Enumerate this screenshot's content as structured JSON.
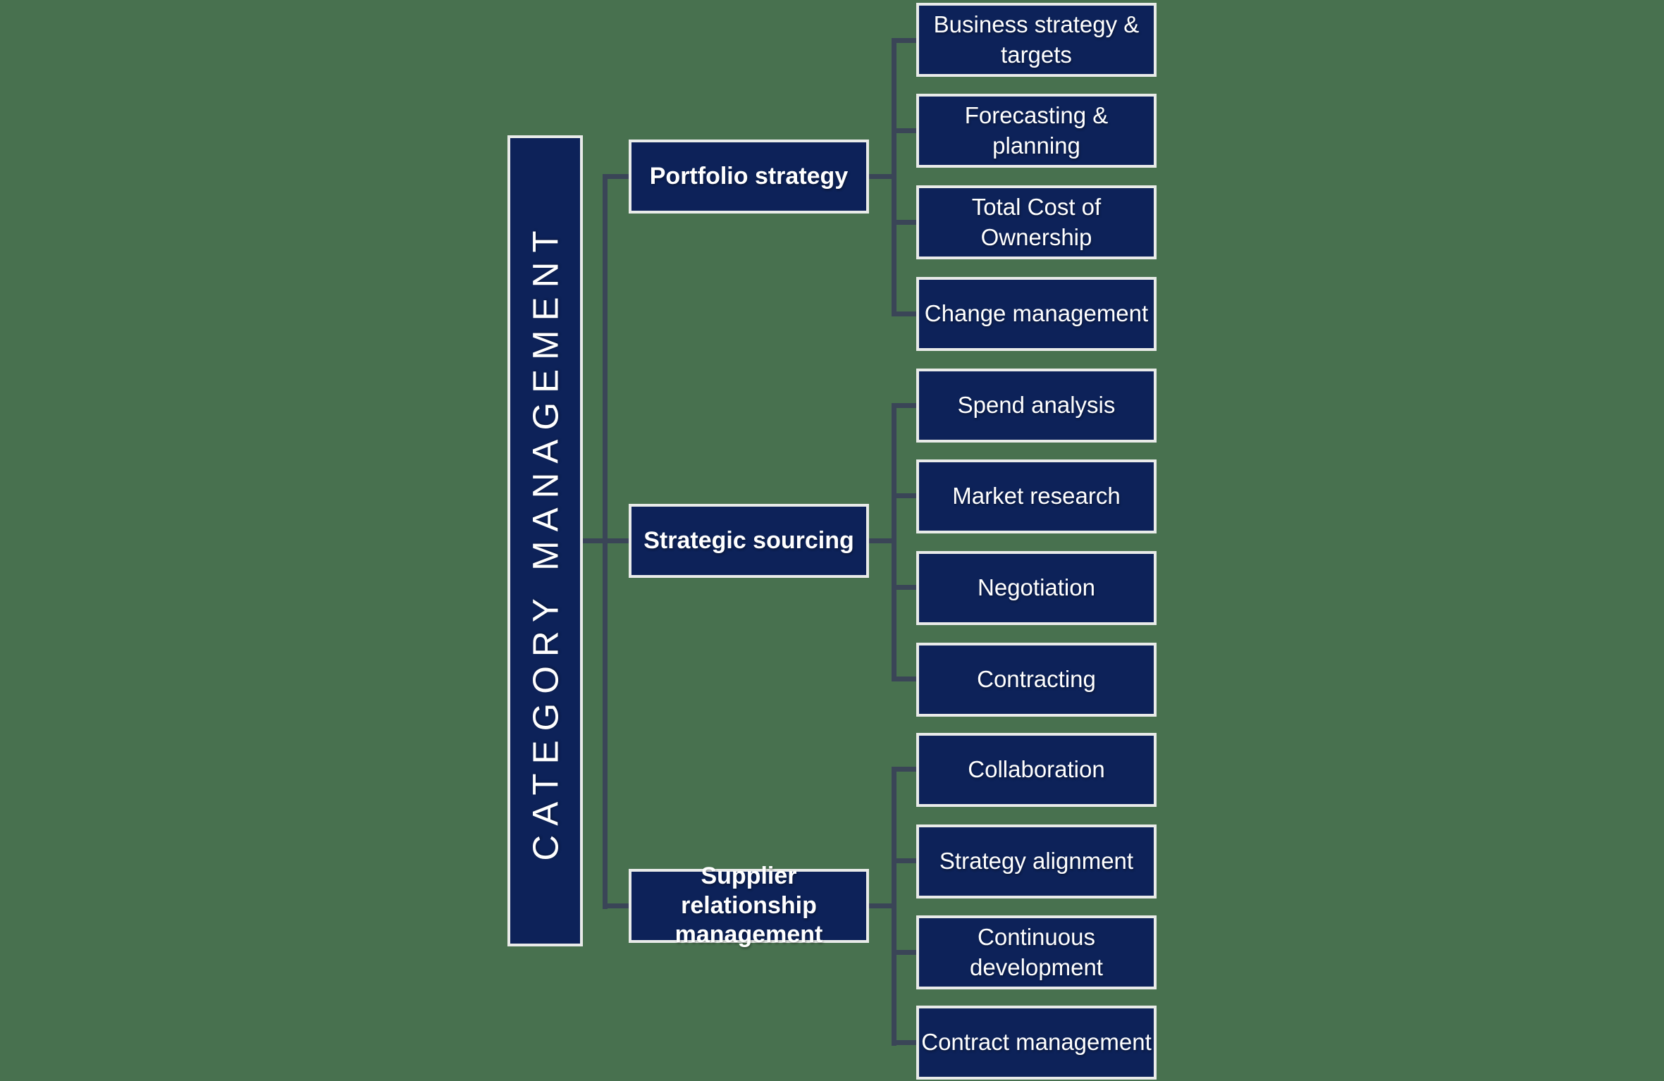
{
  "colors": {
    "background": "#48714f",
    "node_fill": "#0d2259",
    "node_border": "#e9ebe9",
    "connector": "#3a4557",
    "text": "#ffffff"
  },
  "root": {
    "label": "CATEGORY MANAGEMENT"
  },
  "branches": [
    {
      "label": "Portfolio strategy",
      "children": [
        "Business strategy &\ntargets",
        "Forecasting &\nplanning",
        "Total Cost of\nOwnership",
        "Change management"
      ]
    },
    {
      "label": "Strategic sourcing",
      "children": [
        "Spend analysis",
        "Market research",
        "Negotiation",
        "Contracting"
      ]
    },
    {
      "label": "Supplier relationship\nmanagement",
      "children": [
        "Collaboration",
        "Strategy alignment",
        "Continuous\ndevelopment",
        "Contract management"
      ]
    }
  ]
}
